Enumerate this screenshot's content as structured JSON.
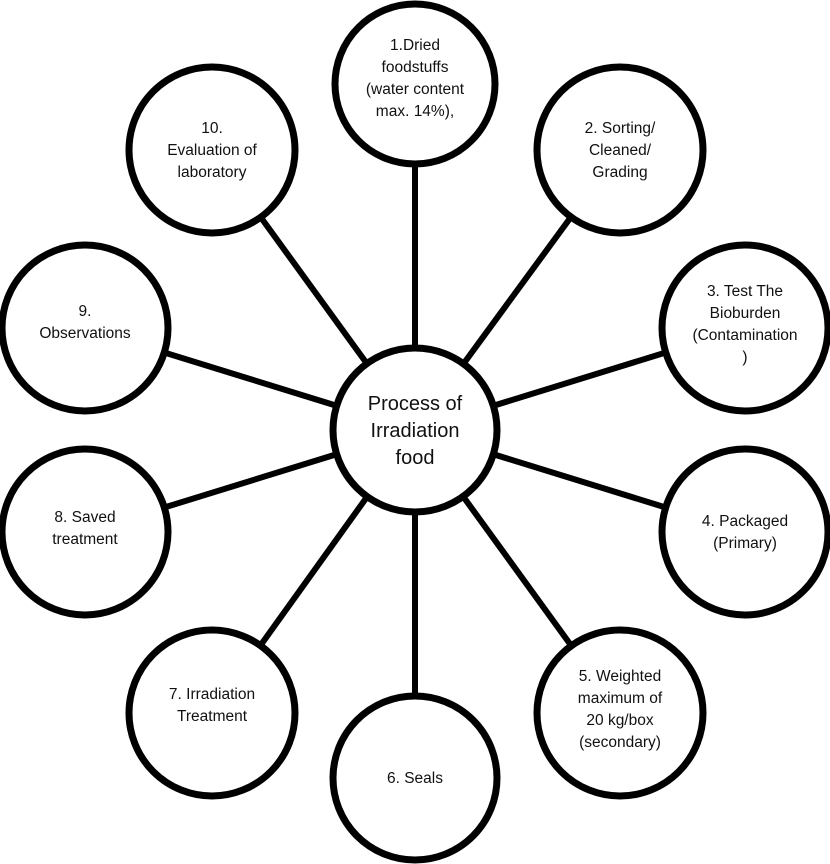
{
  "diagram": {
    "type": "radial-hub-and-spoke",
    "colors": {
      "stroke": "#000000",
      "fill": "#ffffff",
      "text": "#111111"
    },
    "hub": {
      "lines": [
        "Process of",
        "Irradiation",
        "food"
      ]
    },
    "steps": [
      {
        "id": 1,
        "lines": [
          "1.Dried",
          "foodstuffs",
          "(water content",
          "max. 14%),"
        ]
      },
      {
        "id": 2,
        "lines": [
          "2. Sorting/",
          "Cleaned/",
          "Grading"
        ]
      },
      {
        "id": 3,
        "lines": [
          "3. Test The",
          "Bioburden",
          "(Contamination",
          ")"
        ]
      },
      {
        "id": 4,
        "lines": [
          "4. Packaged",
          "(Primary)"
        ]
      },
      {
        "id": 5,
        "lines": [
          "5. Weighted",
          "maximum of",
          "20 kg/box",
          "(secondary)"
        ]
      },
      {
        "id": 6,
        "lines": [
          "6. Seals"
        ]
      },
      {
        "id": 7,
        "lines": [
          "7. Irradiation",
          "Treatment"
        ]
      },
      {
        "id": 8,
        "lines": [
          "8. Saved",
          "treatment"
        ]
      },
      {
        "id": 9,
        "lines": [
          "9.",
          "Observations"
        ]
      },
      {
        "id": 10,
        "lines": [
          "10.",
          "Evaluation of",
          "laboratory"
        ]
      }
    ]
  }
}
